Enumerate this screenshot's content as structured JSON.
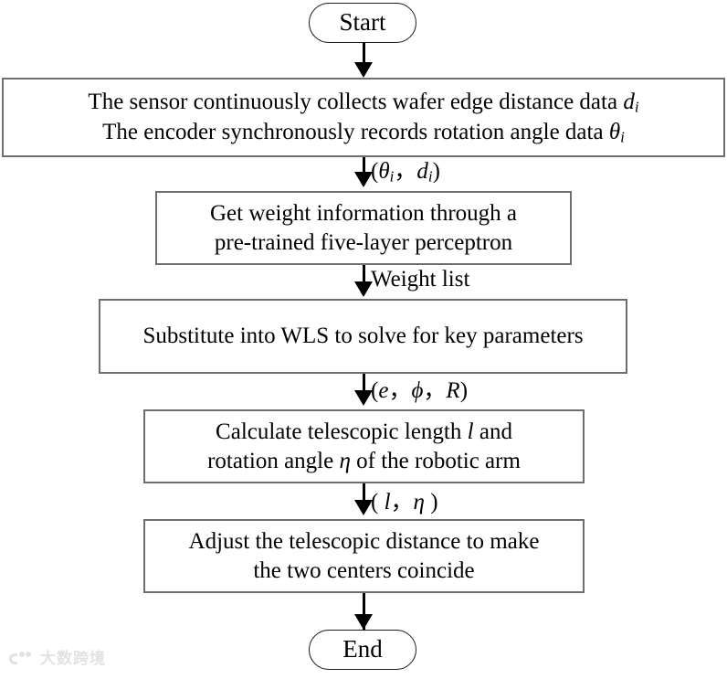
{
  "diagram": {
    "type": "flowchart",
    "orientation": "top-to-bottom",
    "nodes": [
      {
        "id": "start",
        "shape": "terminator",
        "label": "Start"
      },
      {
        "id": "collect",
        "shape": "process",
        "line1_pre": "The sensor continuously collects wafer edge distance data ",
        "line1_sym": "d",
        "line1_sub": "i",
        "line2_pre": "The encoder synchronously records rotation angle data ",
        "line2_sym": "θ",
        "line2_sub": "i"
      },
      {
        "id": "perceptron",
        "shape": "process",
        "line1": "Get weight information through a",
        "line2": "pre-trained five-layer perceptron"
      },
      {
        "id": "wls",
        "shape": "process",
        "line1": "Substitute into WLS to solve for key parameters"
      },
      {
        "id": "calculate",
        "shape": "process",
        "line1_pre": "Calculate telescopic length ",
        "line1_sym": "l",
        "line1_post": " and",
        "line2_pre": "rotation angle ",
        "line2_sym": "η",
        "line2_post": " of the robotic arm"
      },
      {
        "id": "adjust",
        "shape": "process",
        "line1": "Adjust the telescopic distance to make",
        "line2": "the two centers coincide"
      },
      {
        "id": "end",
        "shape": "terminator",
        "label": "End"
      }
    ],
    "edges": [
      {
        "id": "e1",
        "from": "start",
        "to": "collect",
        "label": ""
      },
      {
        "id": "e2",
        "from": "collect",
        "to": "perceptron",
        "label_open": "(",
        "label_sym1": "θ",
        "label_sub1": "i",
        "label_sep": "，",
        "label_sym2": "d",
        "label_sub2": "i",
        "label_close": ")"
      },
      {
        "id": "e3",
        "from": "perceptron",
        "to": "wls",
        "label": "Weight list"
      },
      {
        "id": "e4",
        "from": "wls",
        "to": "calculate",
        "label_open": "(",
        "label_sym1": "e",
        "label_sep1": "，",
        "label_sym2": "ϕ",
        "label_sep2": "，",
        "label_sym3": "R",
        "label_close": ")"
      },
      {
        "id": "e5",
        "from": "calculate",
        "to": "adjust",
        "label_open": "( ",
        "label_sym1": "l",
        "label_sep1": "，",
        "label_sym2": "η",
        "label_close": " )"
      },
      {
        "id": "e6",
        "from": "adjust",
        "to": "end",
        "label": ""
      }
    ]
  },
  "watermark": {
    "text": "大数跨境",
    "color": "#e2e2e2"
  },
  "colors": {
    "background": "#ffffff",
    "process_border": "#6e6e6e",
    "terminator_border": "#1a1a1a",
    "connector": "#000000",
    "text": "#000000"
  }
}
